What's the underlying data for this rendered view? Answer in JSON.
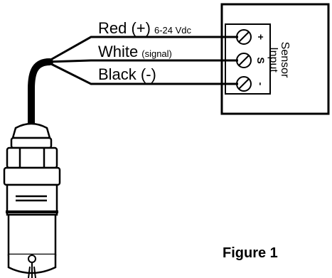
{
  "wires": [
    {
      "label": "Red (+)",
      "note": "6-24 Vdc"
    },
    {
      "label": "White",
      "note": "(signal)"
    },
    {
      "label": "Black (-)",
      "note": ""
    }
  ],
  "terminals": [
    "+",
    "S",
    "-"
  ],
  "sensor_box": {
    "line1": "Sensor",
    "line2": "Input"
  },
  "figure_caption": "Figure 1"
}
